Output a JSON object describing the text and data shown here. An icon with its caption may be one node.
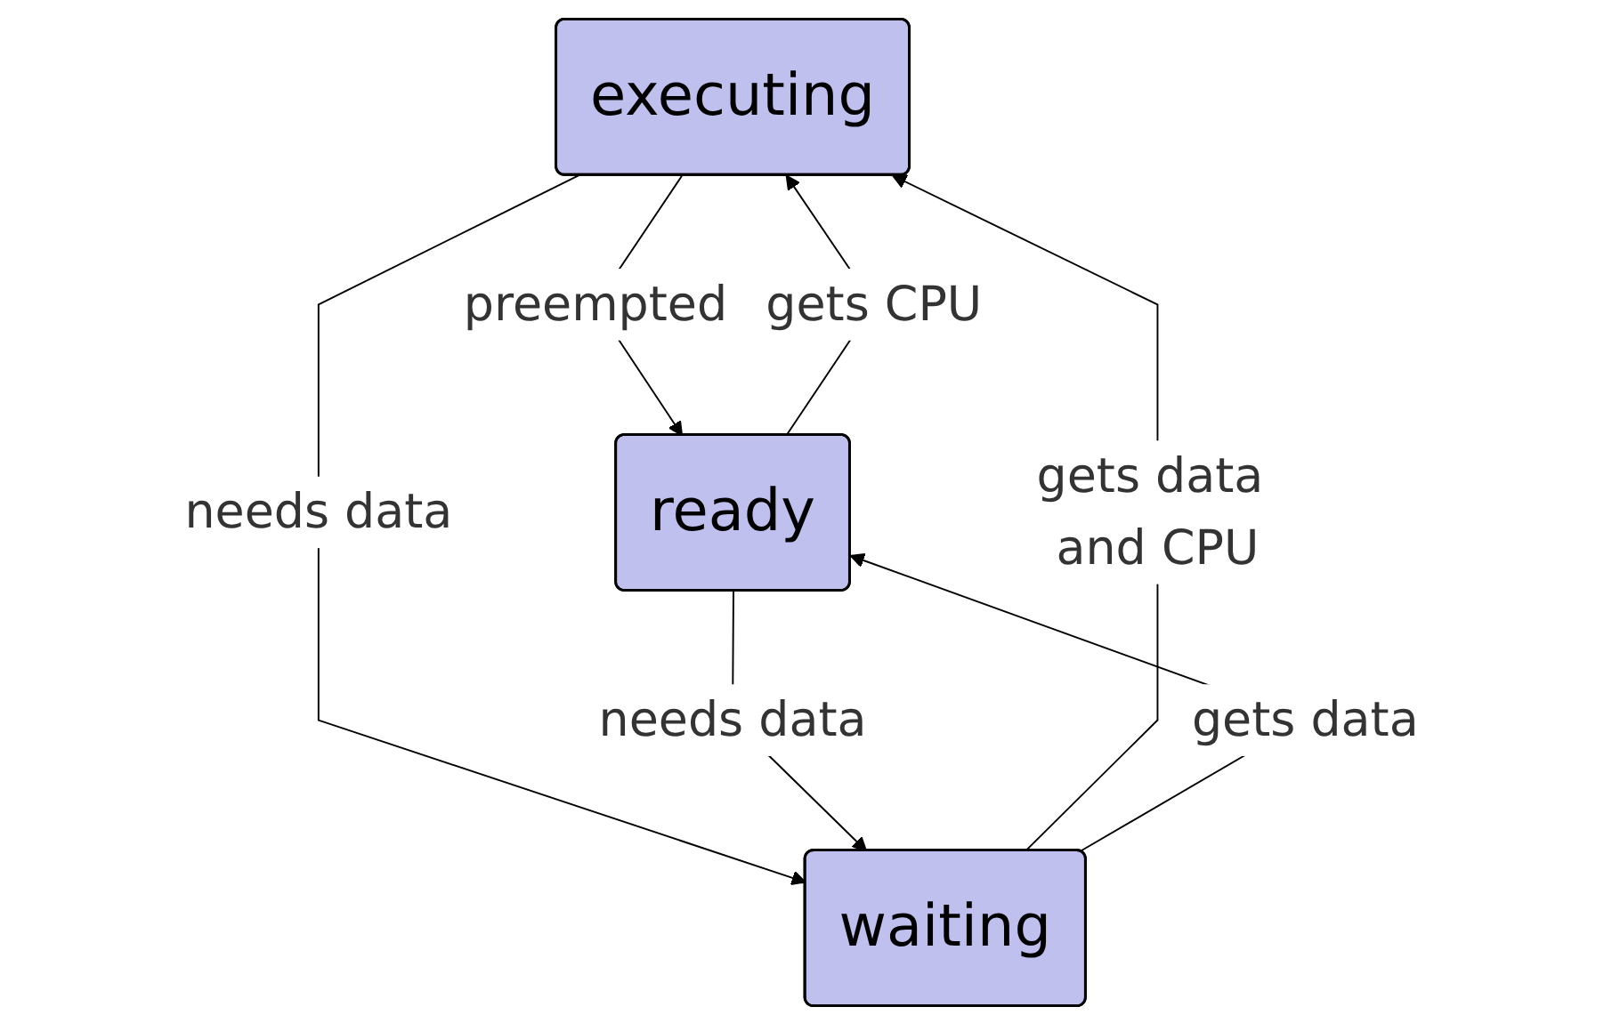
{
  "diagram": {
    "nodes": [
      {
        "text": [
          "executing"
        ]
      },
      {
        "text": [
          "ready"
        ]
      },
      {
        "text": [
          "waiting"
        ]
      }
    ],
    "edges": [
      {
        "from": 1,
        "to": 0,
        "arrow": "to",
        "label": "gets CPU"
      },
      {
        "from": 0,
        "to": 1,
        "arrow": "to",
        "label": "preempted"
      },
      {
        "from": 0,
        "to": 2,
        "arrow": "to",
        "label": "needs data"
      },
      {
        "from": 2,
        "to": 0,
        "arrow": "to",
        "label": "gets data and CPU"
      },
      {
        "from": 2,
        "to": 1,
        "arrow": "to",
        "label": "gets data"
      },
      {
        "from": 1,
        "to": 2,
        "arrow": "to",
        "label": "needs data"
      }
    ]
  }
}
